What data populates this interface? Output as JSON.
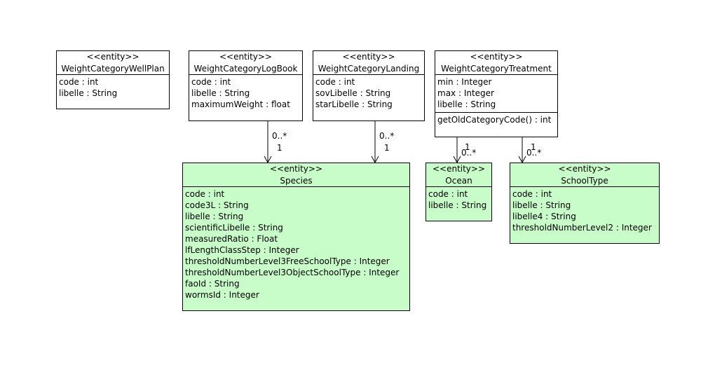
{
  "diagram": {
    "classes": [
      {
        "id": "weight-category-well-plan",
        "stereotype": "<<entity>>",
        "name": "WeightCategoryWellPlan",
        "style": "white",
        "attributes": [
          "code : int",
          "libelle : String"
        ],
        "methods": []
      },
      {
        "id": "weight-category-log-book",
        "stereotype": "<<entity>>",
        "name": "WeightCategoryLogBook",
        "style": "white",
        "attributes": [
          "code : int",
          "libelle : String",
          "maximumWeight : float"
        ],
        "methods": []
      },
      {
        "id": "weight-category-landing",
        "stereotype": "<<entity>>",
        "name": "WeightCategoryLanding",
        "style": "white",
        "attributes": [
          "code : int",
          "sovLibelle : String",
          "starLibelle : String"
        ],
        "methods": []
      },
      {
        "id": "weight-category-treatment",
        "stereotype": "<<entity>>",
        "name": "WeightCategoryTreatment",
        "style": "white",
        "attributes": [
          "min : Integer",
          "max : Integer",
          "libelle : String"
        ],
        "methods": [
          "getOldCategoryCode() : int"
        ]
      },
      {
        "id": "species",
        "stereotype": "<<entity>>",
        "name": "Species",
        "style": "green",
        "attributes": [
          "code : int",
          "code3L : String",
          "libelle : String",
          "scientificLibelle : String",
          "measuredRatio : Float",
          "lfLengthClassStep : Integer",
          "thresholdNumberLevel3FreeSchoolType : Integer",
          "thresholdNumberLevel3ObjectSchoolType : Integer",
          "faoId : String",
          "wormsId : Integer"
        ],
        "methods": []
      },
      {
        "id": "ocean",
        "stereotype": "<<entity>>",
        "name": "Ocean",
        "style": "green",
        "attributes": [
          "code : int",
          "libelle : String"
        ],
        "methods": []
      },
      {
        "id": "school-type",
        "stereotype": "<<entity>>",
        "name": "SchoolType",
        "style": "green",
        "attributes": [
          "code : int",
          "libelle : String",
          "libelle4 : String",
          "thresholdNumberLevel2 : Integer"
        ],
        "methods": []
      }
    ],
    "associations": [
      {
        "id": "logbook-species",
        "source_multiplicity": "0..*",
        "target_multiplicity": "1"
      },
      {
        "id": "landing-species",
        "source_multiplicity": "0..*",
        "target_multiplicity": "1"
      },
      {
        "id": "treatment-ocean",
        "source_multiplicity": "0..*",
        "target_multiplicity": "1"
      },
      {
        "id": "treatment-schooltype",
        "source_multiplicity": "0..*",
        "target_multiplicity": "1"
      }
    ]
  }
}
